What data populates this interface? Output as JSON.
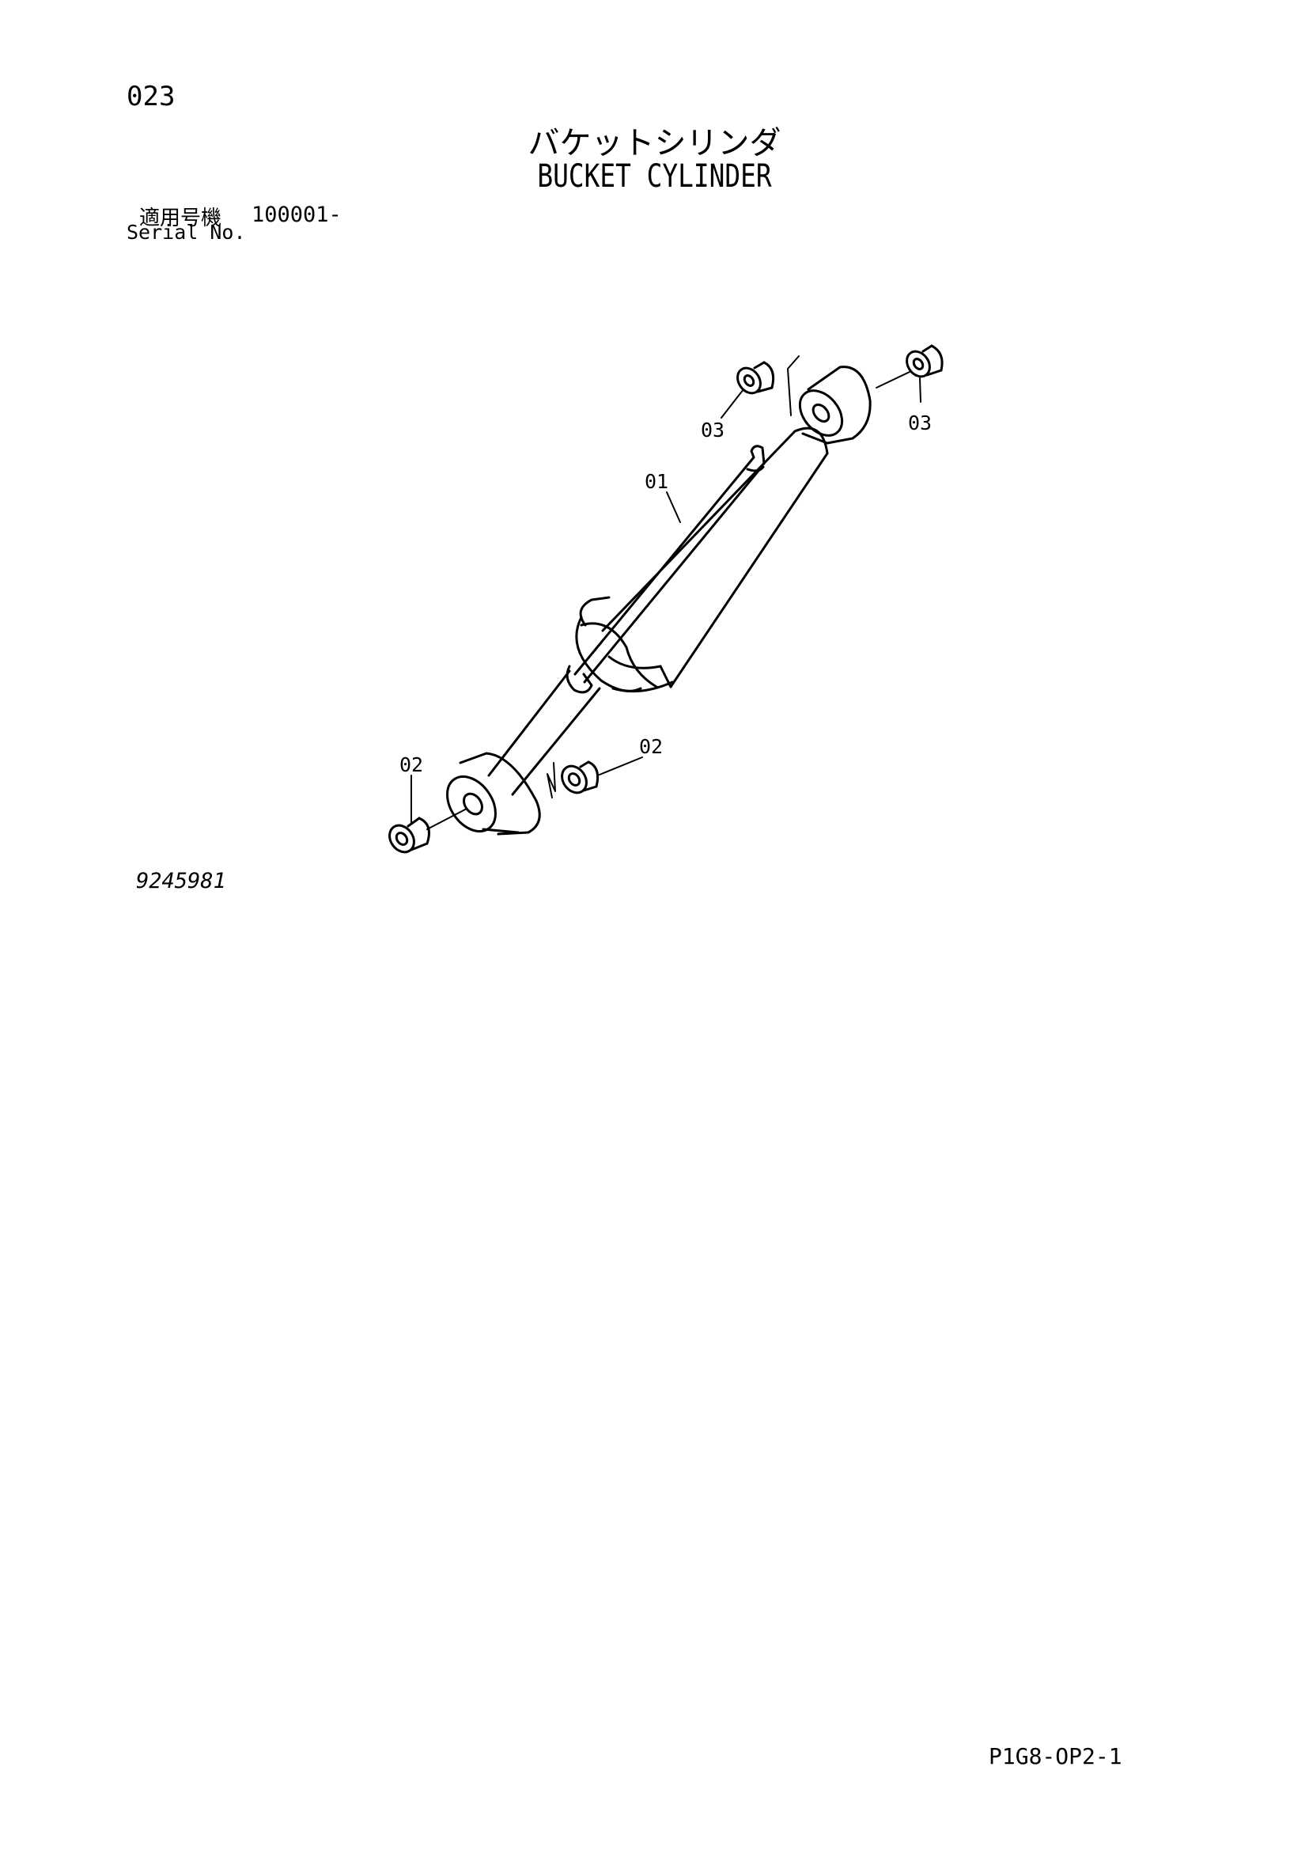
{
  "header": {
    "page_number": "023",
    "title_jp": "バケットシリンダ",
    "title_en": "BUCKET CYLINDER",
    "serial_label_jp": "適用号機",
    "serial_range": "100001-",
    "serial_label_en": "Serial No."
  },
  "diagram": {
    "part_labels": [
      "01",
      "02",
      "02",
      "03",
      "03"
    ],
    "drawing_number": "9245981"
  },
  "footer": {
    "sheet_code": "P1G8-OP2-1"
  }
}
